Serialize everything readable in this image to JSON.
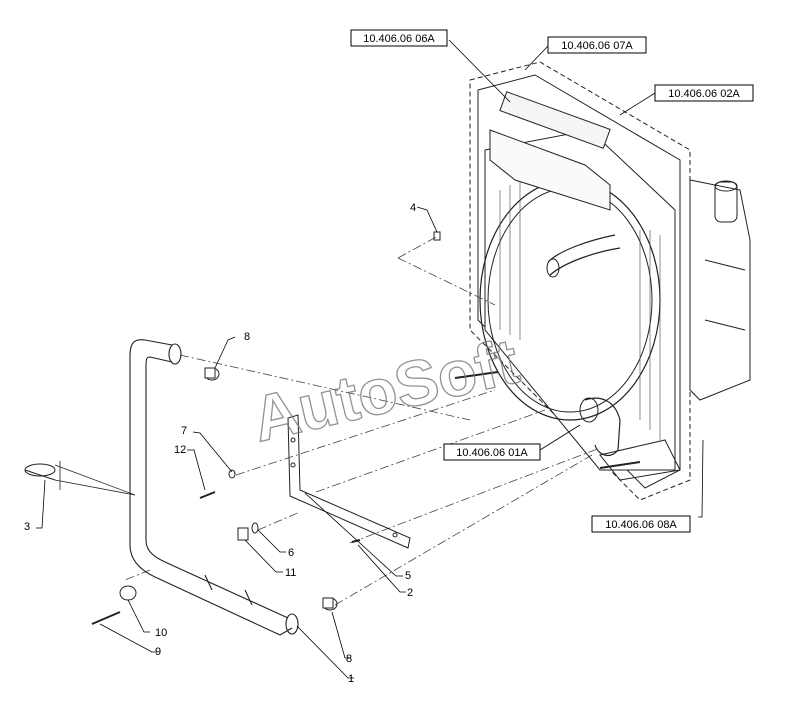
{
  "watermark": "AutoSoft",
  "refs": {
    "r06a": "10.406.06 06A",
    "r07a": "10.406.06 07A",
    "r02a": "10.406.06 02A",
    "r01a": "10.406.06 01A",
    "r08a": "10.406.06 08A"
  },
  "items": {
    "n1": "1",
    "n2": "2",
    "n3": "3",
    "n4": "4",
    "n5": "5",
    "n6": "6",
    "n7": "7",
    "n8a": "8",
    "n8b": "8",
    "n9": "9",
    "n10": "10",
    "n11": "11",
    "n12": "12"
  }
}
